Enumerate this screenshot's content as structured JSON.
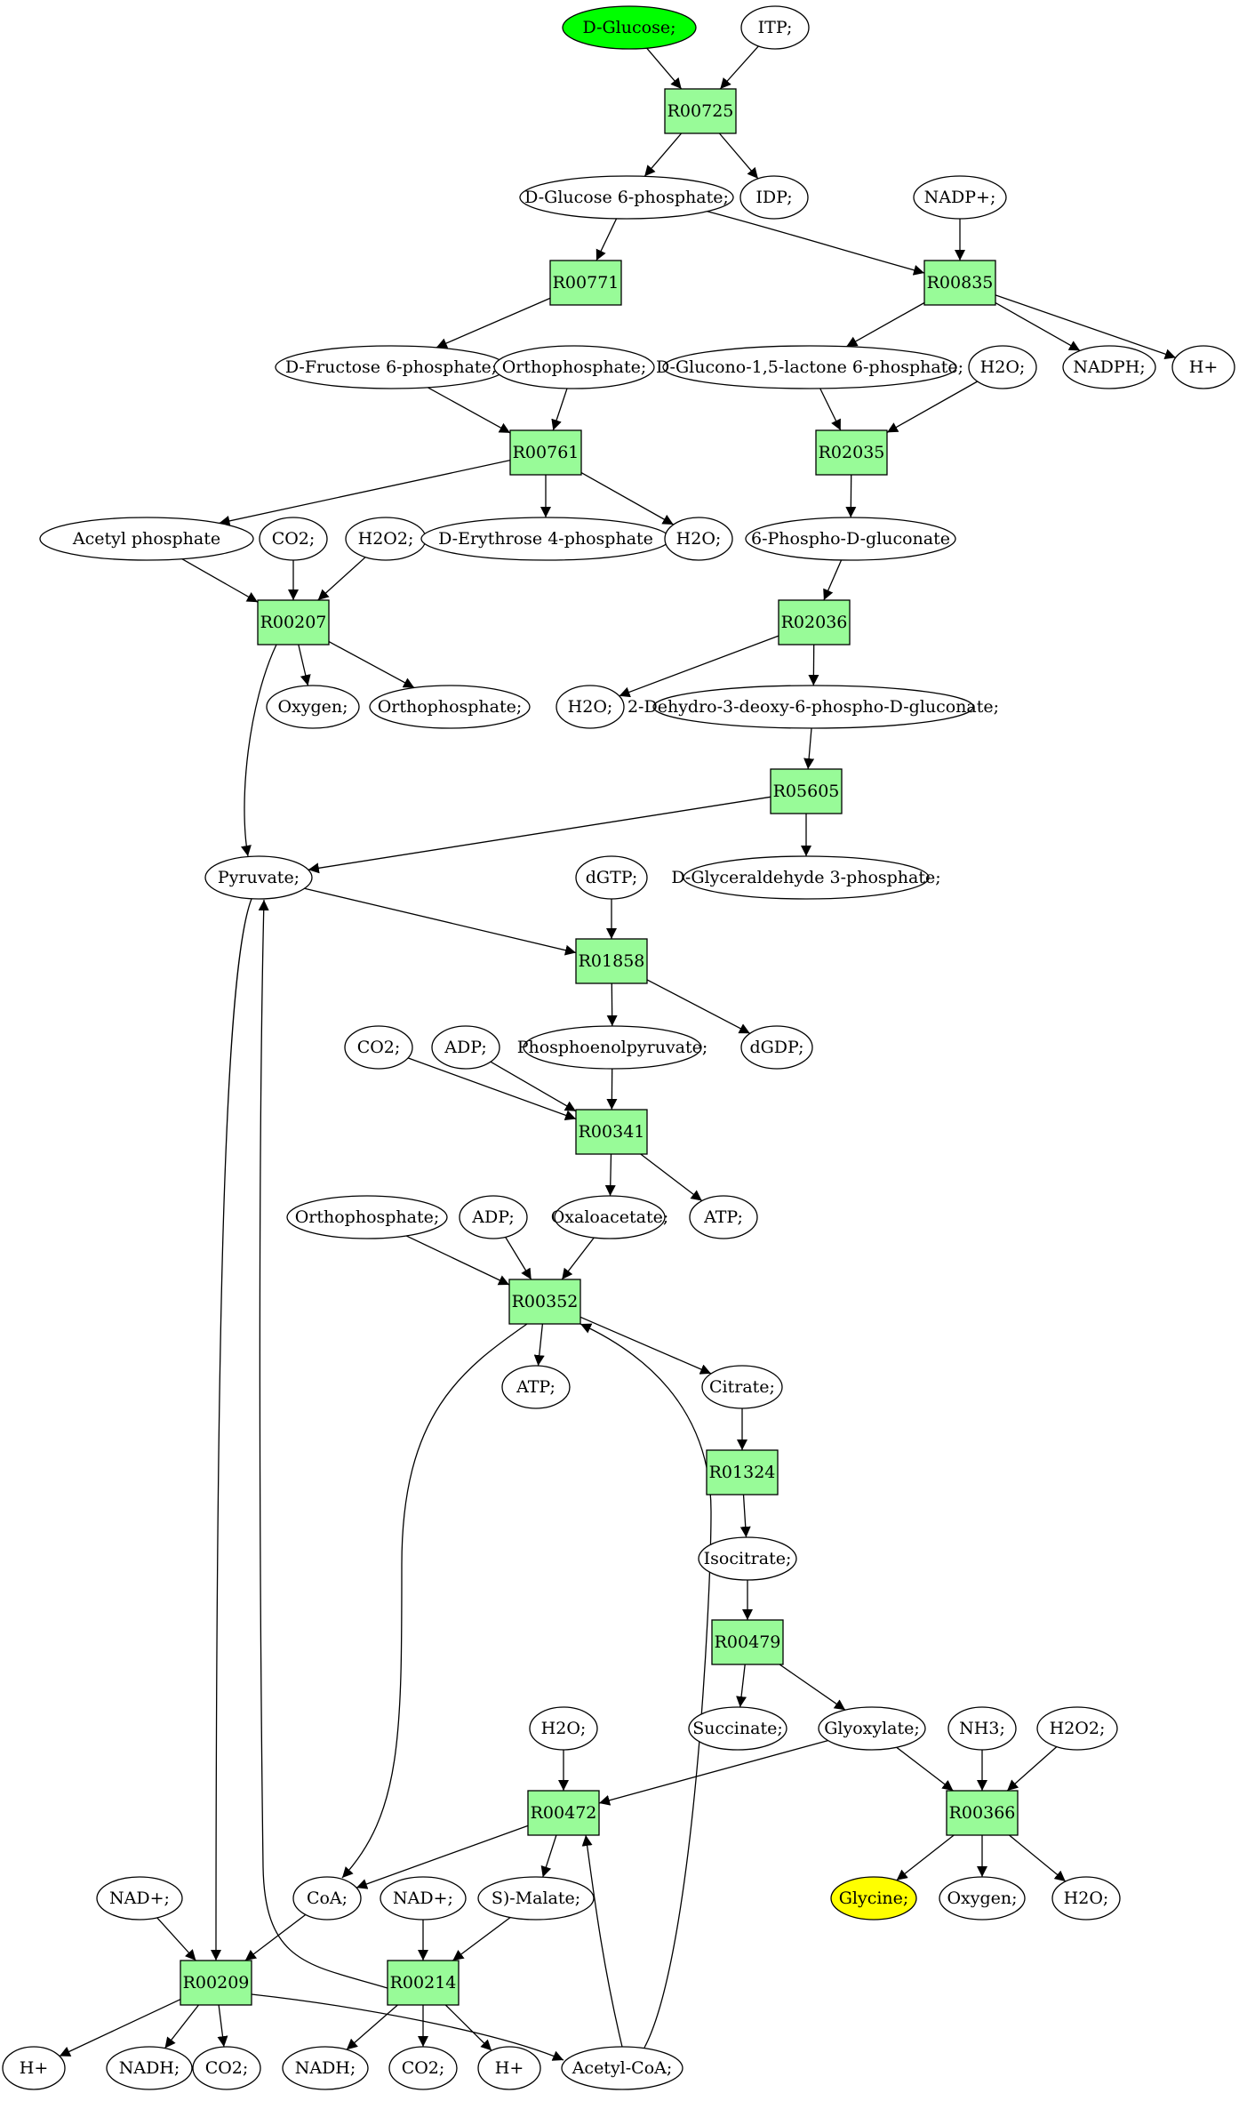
{
  "colors": {
    "reaction_fill": "#98fb98",
    "compound_fill": "#ffffff",
    "start_fill": "#00ff00",
    "target_fill": "#ffff00",
    "stroke": "#000000"
  },
  "nodes": [
    {
      "id": "n_glucose",
      "kind": "compound",
      "label": "D-Glucose;",
      "style": "start"
    },
    {
      "id": "n_itp",
      "kind": "compound",
      "label": "ITP;"
    },
    {
      "id": "r00725",
      "kind": "reaction",
      "label": "R00725"
    },
    {
      "id": "n_g6p",
      "kind": "compound",
      "label": "D-Glucose 6-phosphate;"
    },
    {
      "id": "n_idp",
      "kind": "compound",
      "label": "IDP;"
    },
    {
      "id": "n_nadp",
      "kind": "compound",
      "label": "NADP+;"
    },
    {
      "id": "r00771",
      "kind": "reaction",
      "label": "R00771"
    },
    {
      "id": "r00835",
      "kind": "reaction",
      "label": "R00835"
    },
    {
      "id": "n_f6p",
      "kind": "compound",
      "label": "D-Fructose 6-phosphate;"
    },
    {
      "id": "n_pi1",
      "kind": "compound",
      "label": "Orthophosphate;"
    },
    {
      "id": "n_glucono",
      "kind": "compound",
      "label": "D-Glucono-1,5-lactone 6-phosphate;"
    },
    {
      "id": "n_h2o1",
      "kind": "compound",
      "label": "H2O;"
    },
    {
      "id": "n_nadph1",
      "kind": "compound",
      "label": "NADPH;"
    },
    {
      "id": "n_hplus1",
      "kind": "compound",
      "label": "H+"
    },
    {
      "id": "r00761",
      "kind": "reaction",
      "label": "R00761"
    },
    {
      "id": "r02035",
      "kind": "reaction",
      "label": "R02035"
    },
    {
      "id": "n_acp",
      "kind": "compound",
      "label": "Acetyl phosphate"
    },
    {
      "id": "n_co2_1",
      "kind": "compound",
      "label": "CO2;"
    },
    {
      "id": "n_h2o2_1",
      "kind": "compound",
      "label": "H2O2;"
    },
    {
      "id": "n_e4p",
      "kind": "compound",
      "label": "D-Erythrose 4-phosphate"
    },
    {
      "id": "n_h2o2",
      "kind": "compound",
      "label": "H2O;"
    },
    {
      "id": "n_6pg",
      "kind": "compound",
      "label": "6-Phospho-D-gluconate"
    },
    {
      "id": "r00207",
      "kind": "reaction",
      "label": "R00207"
    },
    {
      "id": "r02036",
      "kind": "reaction",
      "label": "R02036"
    },
    {
      "id": "n_oxy1",
      "kind": "compound",
      "label": "Oxygen;"
    },
    {
      "id": "n_pi2",
      "kind": "compound",
      "label": "Orthophosphate;"
    },
    {
      "id": "n_h2o3",
      "kind": "compound",
      "label": "H2O;"
    },
    {
      "id": "n_kdpg",
      "kind": "compound",
      "label": "2-Dehydro-3-deoxy-6-phospho-D-gluconate;"
    },
    {
      "id": "r05605",
      "kind": "reaction",
      "label": "R05605"
    },
    {
      "id": "n_pyr",
      "kind": "compound",
      "label": "Pyruvate;"
    },
    {
      "id": "n_dgtp",
      "kind": "compound",
      "label": "dGTP;"
    },
    {
      "id": "n_gap",
      "kind": "compound",
      "label": "D-Glyceraldehyde 3-phosphate;"
    },
    {
      "id": "r01858",
      "kind": "reaction",
      "label": "R01858"
    },
    {
      "id": "n_co2_2",
      "kind": "compound",
      "label": "CO2;"
    },
    {
      "id": "n_adp1",
      "kind": "compound",
      "label": "ADP;"
    },
    {
      "id": "n_pep",
      "kind": "compound",
      "label": "Phosphoenolpyruvate;"
    },
    {
      "id": "n_dgdp",
      "kind": "compound",
      "label": "dGDP;"
    },
    {
      "id": "r00341",
      "kind": "reaction",
      "label": "R00341"
    },
    {
      "id": "n_pi3",
      "kind": "compound",
      "label": "Orthophosphate;"
    },
    {
      "id": "n_adp2",
      "kind": "compound",
      "label": "ADP;"
    },
    {
      "id": "n_oaa",
      "kind": "compound",
      "label": "Oxaloacetate;"
    },
    {
      "id": "n_atp1",
      "kind": "compound",
      "label": "ATP;"
    },
    {
      "id": "r00352",
      "kind": "reaction",
      "label": "R00352"
    },
    {
      "id": "n_atp2",
      "kind": "compound",
      "label": "ATP;"
    },
    {
      "id": "n_cit",
      "kind": "compound",
      "label": "Citrate;"
    },
    {
      "id": "r01324",
      "kind": "reaction",
      "label": "R01324"
    },
    {
      "id": "n_icit",
      "kind": "compound",
      "label": "Isocitrate;"
    },
    {
      "id": "r00479",
      "kind": "reaction",
      "label": "R00479"
    },
    {
      "id": "n_succ",
      "kind": "compound",
      "label": "Succinate;"
    },
    {
      "id": "n_glyox",
      "kind": "compound",
      "label": "Glyoxylate;"
    },
    {
      "id": "n_h2o4",
      "kind": "compound",
      "label": "H2O;"
    },
    {
      "id": "n_nh3",
      "kind": "compound",
      "label": "NH3;"
    },
    {
      "id": "n_h2o2_2",
      "kind": "compound",
      "label": "H2O2;"
    },
    {
      "id": "r00472",
      "kind": "reaction",
      "label": "R00472"
    },
    {
      "id": "r00366",
      "kind": "reaction",
      "label": "R00366"
    },
    {
      "id": "n_nad1",
      "kind": "compound",
      "label": "NAD+;"
    },
    {
      "id": "n_coa",
      "kind": "compound",
      "label": "CoA;"
    },
    {
      "id": "n_nad2",
      "kind": "compound",
      "label": "NAD+;"
    },
    {
      "id": "n_mal",
      "kind": "compound",
      "label": "S)-Malate;"
    },
    {
      "id": "n_gly",
      "kind": "compound",
      "label": "Glycine;",
      "style": "target"
    },
    {
      "id": "n_oxy2",
      "kind": "compound",
      "label": "Oxygen;"
    },
    {
      "id": "n_h2o5",
      "kind": "compound",
      "label": "H2O;"
    },
    {
      "id": "r00209",
      "kind": "reaction",
      "label": "R00209"
    },
    {
      "id": "r00214",
      "kind": "reaction",
      "label": "R00214"
    },
    {
      "id": "n_hplus2",
      "kind": "compound",
      "label": "H+"
    },
    {
      "id": "n_nadh1",
      "kind": "compound",
      "label": "NADH;"
    },
    {
      "id": "n_co2_3",
      "kind": "compound",
      "label": "CO2;"
    },
    {
      "id": "n_nadh2",
      "kind": "compound",
      "label": "NADH;"
    },
    {
      "id": "n_co2_4",
      "kind": "compound",
      "label": "CO2;"
    },
    {
      "id": "n_hplus3",
      "kind": "compound",
      "label": "H+"
    },
    {
      "id": "n_accoa",
      "kind": "compound",
      "label": "Acetyl-CoA;"
    }
  ],
  "edges": [
    {
      "from": "n_glucose",
      "to": "r00725"
    },
    {
      "from": "n_itp",
      "to": "r00725"
    },
    {
      "from": "r00725",
      "to": "n_g6p"
    },
    {
      "from": "r00725",
      "to": "n_idp"
    },
    {
      "from": "n_g6p",
      "to": "r00771"
    },
    {
      "from": "n_g6p",
      "to": "r00835"
    },
    {
      "from": "n_nadp",
      "to": "r00835"
    },
    {
      "from": "r00771",
      "to": "n_f6p"
    },
    {
      "from": "r00835",
      "to": "n_glucono"
    },
    {
      "from": "r00835",
      "to": "n_nadph1"
    },
    {
      "from": "r00835",
      "to": "n_hplus1"
    },
    {
      "from": "n_f6p",
      "to": "r00761"
    },
    {
      "from": "n_pi1",
      "to": "r00761"
    },
    {
      "from": "n_glucono",
      "to": "r02035"
    },
    {
      "from": "n_h2o1",
      "to": "r02035"
    },
    {
      "from": "r00761",
      "to": "n_acp"
    },
    {
      "from": "r00761",
      "to": "n_e4p"
    },
    {
      "from": "r00761",
      "to": "n_h2o2"
    },
    {
      "from": "r02035",
      "to": "n_6pg"
    },
    {
      "from": "n_acp",
      "to": "r00207"
    },
    {
      "from": "n_co2_1",
      "to": "r00207"
    },
    {
      "from": "n_h2o2_1",
      "to": "r00207"
    },
    {
      "from": "n_6pg",
      "to": "r02036"
    },
    {
      "from": "r00207",
      "to": "n_oxy1"
    },
    {
      "from": "r00207",
      "to": "n_pi2"
    },
    {
      "from": "r00207",
      "to": "n_pyr"
    },
    {
      "from": "r02036",
      "to": "n_h2o3"
    },
    {
      "from": "r02036",
      "to": "n_kdpg"
    },
    {
      "from": "n_kdpg",
      "to": "r05605"
    },
    {
      "from": "r05605",
      "to": "n_pyr"
    },
    {
      "from": "r05605",
      "to": "n_gap"
    },
    {
      "from": "n_pyr",
      "to": "r01858"
    },
    {
      "from": "n_dgtp",
      "to": "r01858"
    },
    {
      "from": "r01858",
      "to": "n_pep"
    },
    {
      "from": "r01858",
      "to": "n_dgdp"
    },
    {
      "from": "n_co2_2",
      "to": "r00341"
    },
    {
      "from": "n_adp1",
      "to": "r00341"
    },
    {
      "from": "n_pep",
      "to": "r00341"
    },
    {
      "from": "r00341",
      "to": "n_oaa"
    },
    {
      "from": "r00341",
      "to": "n_atp1"
    },
    {
      "from": "n_pi3",
      "to": "r00352"
    },
    {
      "from": "n_adp2",
      "to": "r00352"
    },
    {
      "from": "n_oaa",
      "to": "r00352"
    },
    {
      "from": "n_accoa",
      "to": "r00352"
    },
    {
      "from": "r00352",
      "to": "n_atp2"
    },
    {
      "from": "r00352",
      "to": "n_cit"
    },
    {
      "from": "r00352",
      "to": "n_coa"
    },
    {
      "from": "n_cit",
      "to": "r01324"
    },
    {
      "from": "r01324",
      "to": "n_icit"
    },
    {
      "from": "n_icit",
      "to": "r00479"
    },
    {
      "from": "r00479",
      "to": "n_succ"
    },
    {
      "from": "r00479",
      "to": "n_glyox"
    },
    {
      "from": "n_glyox",
      "to": "r00472"
    },
    {
      "from": "n_h2o4",
      "to": "r00472"
    },
    {
      "from": "n_accoa",
      "to": "r00472"
    },
    {
      "from": "n_glyox",
      "to": "r00366"
    },
    {
      "from": "n_nh3",
      "to": "r00366"
    },
    {
      "from": "n_h2o2_2",
      "to": "r00366"
    },
    {
      "from": "r00472",
      "to": "n_coa"
    },
    {
      "from": "r00472",
      "to": "n_mal"
    },
    {
      "from": "r00366",
      "to": "n_gly"
    },
    {
      "from": "r00366",
      "to": "n_oxy2"
    },
    {
      "from": "r00366",
      "to": "n_h2o5"
    },
    {
      "from": "n_pyr",
      "to": "r00209"
    },
    {
      "from": "n_nad1",
      "to": "r00209"
    },
    {
      "from": "n_coa",
      "to": "r00209"
    },
    {
      "from": "n_nad2",
      "to": "r00214"
    },
    {
      "from": "n_mal",
      "to": "r00214"
    },
    {
      "from": "r00214",
      "to": "n_pyr"
    },
    {
      "from": "r00209",
      "to": "n_hplus2"
    },
    {
      "from": "r00209",
      "to": "n_nadh1"
    },
    {
      "from": "r00209",
      "to": "n_co2_3"
    },
    {
      "from": "r00209",
      "to": "n_accoa"
    },
    {
      "from": "r00214",
      "to": "n_nadh2"
    },
    {
      "from": "r00214",
      "to": "n_co2_4"
    },
    {
      "from": "r00214",
      "to": "n_hplus3"
    }
  ]
}
